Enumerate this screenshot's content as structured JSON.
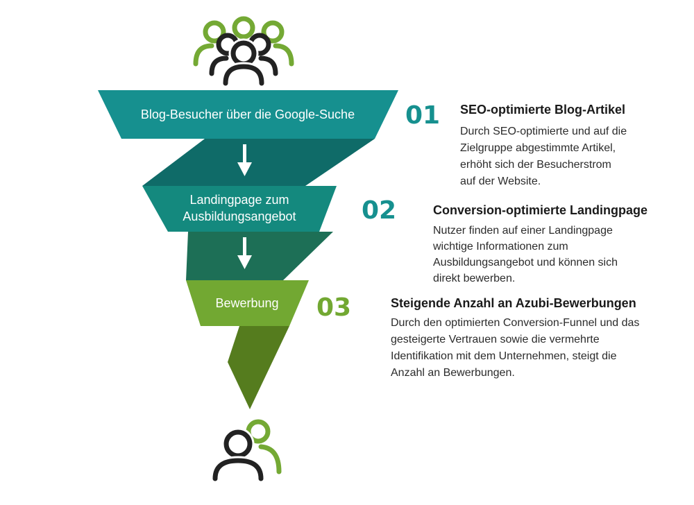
{
  "colors": {
    "teal": "#16908f",
    "teal_dark": "#0f6b68",
    "green": "#72a832",
    "green_dark": "#557c1e",
    "icon_dark": "#222222",
    "icon_green": "#74a934"
  },
  "icons": {
    "top": "user-group-icon",
    "bottom": "user-pair-icon",
    "arrows": "down-arrow-icon"
  },
  "funnel": {
    "stage1_label": "Blog-Besucher über die Google-Suche",
    "stage2_line1": "Landingpage zum",
    "stage2_line2": "Ausbildungsangebot",
    "stage3_label": "Bewerbung"
  },
  "steps": [
    {
      "number": "01",
      "title": "SEO-optimierte Blog-Artikel",
      "lines": [
        "Durch SEO-optimierte und auf die",
        "Zielgruppe abgestimmte Artikel,",
        "erhöht sich der Besucherstrom",
        "auf der Website."
      ]
    },
    {
      "number": "02",
      "title": "Conversion-optimierte Landingpage",
      "lines": [
        "Nutzer finden auf einer Landingpage",
        "wichtige Informationen zum",
        "Ausbildungsangebot und können sich",
        "direkt bewerben."
      ]
    },
    {
      "number": "03",
      "title": "Steigende Anzahl an Azubi-Bewerbungen",
      "lines": [
        "Durch den optimierten Conversion-Funnel und das",
        "gesteigerte Vertrauen sowie die vermehrte",
        "Identifikation mit dem Unternehmen, steigt die",
        "Anzahl an Bewerbungen."
      ]
    }
  ]
}
